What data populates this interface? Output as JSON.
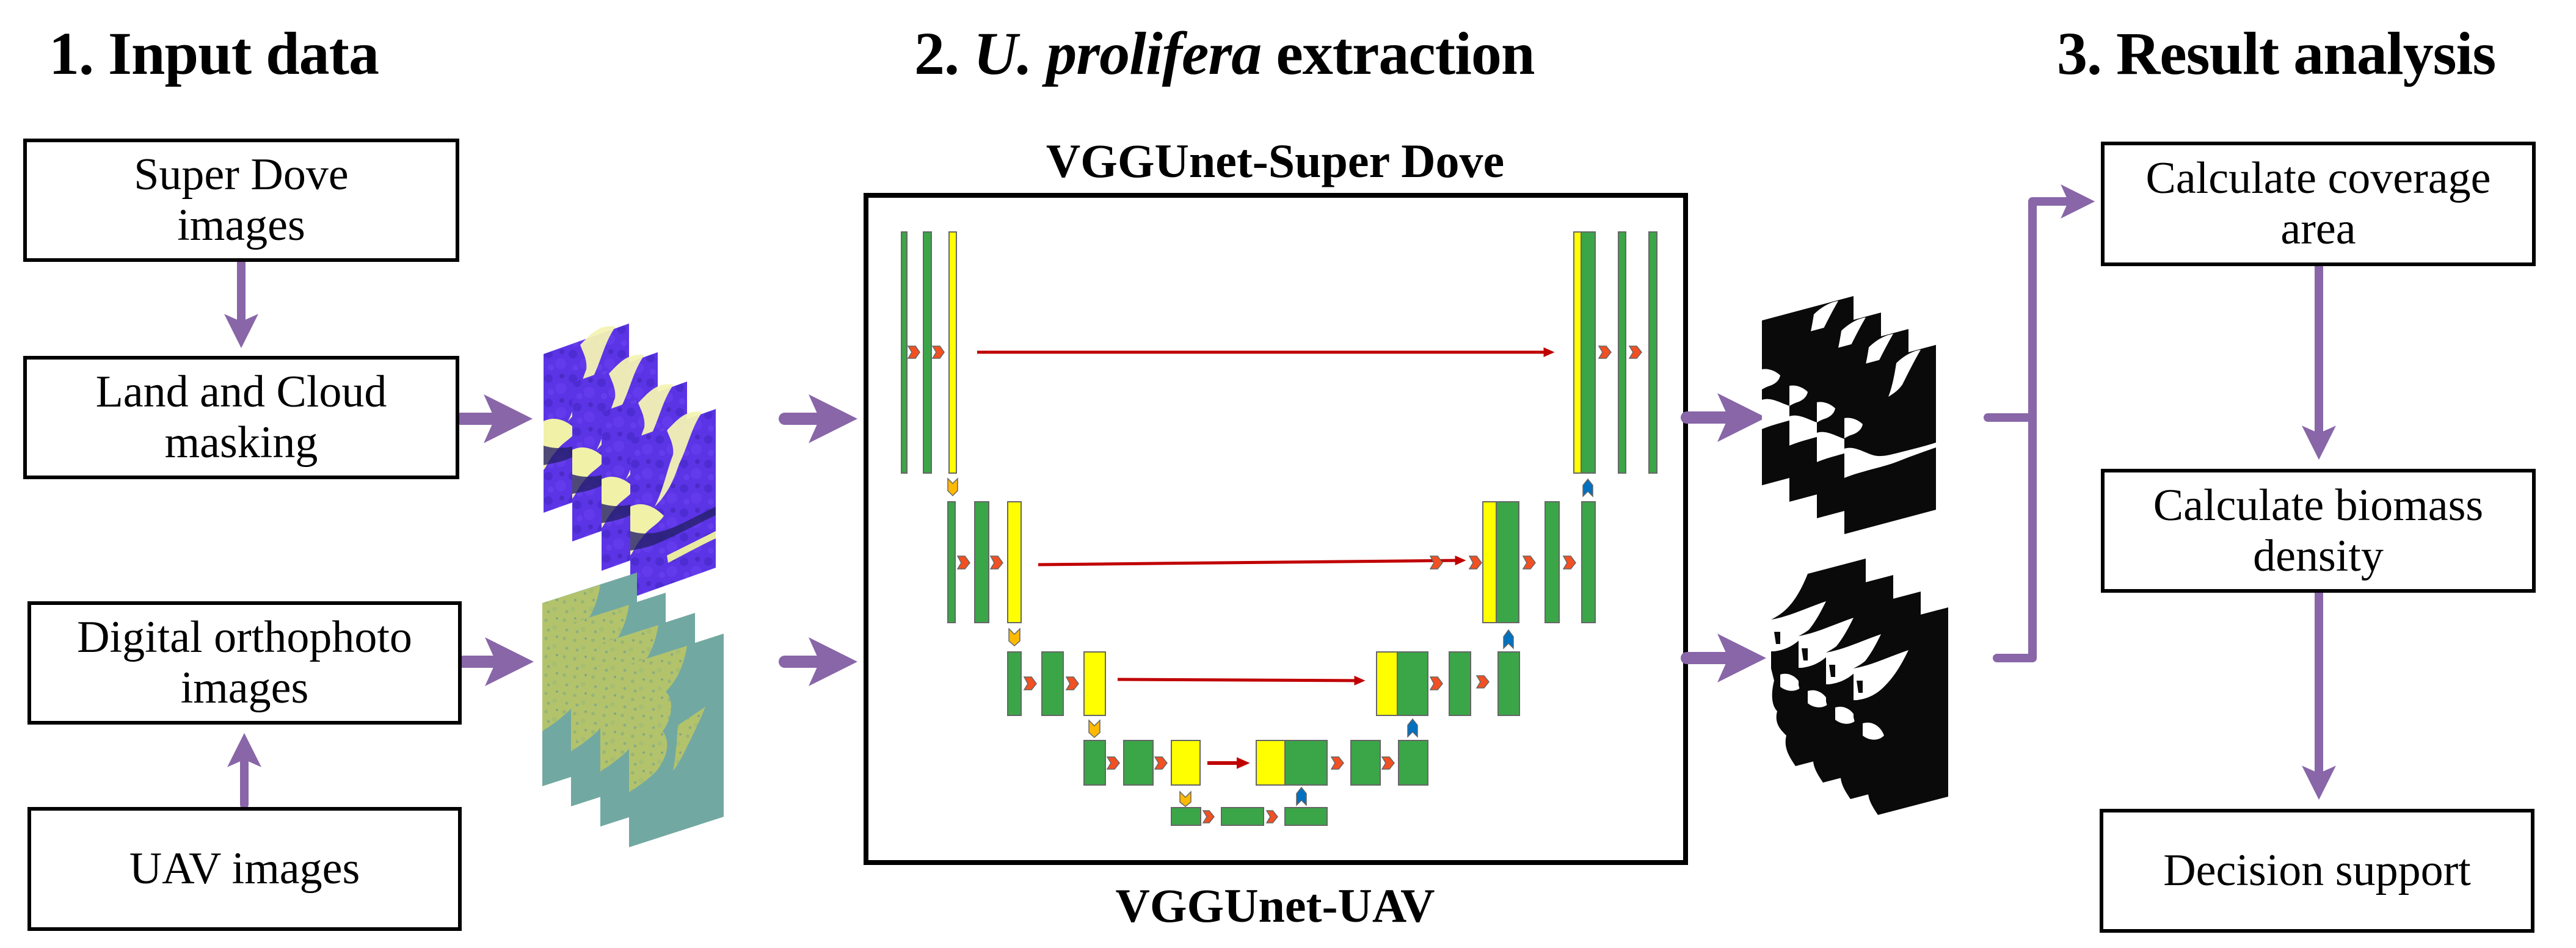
{
  "sections": {
    "input": {
      "title": "1. Input data"
    },
    "extraction": {
      "title_prefix": "2. ",
      "title_italic": "U. prolifera",
      "title_suffix": " extraction"
    },
    "analysis": {
      "title": "3. Result analysis"
    }
  },
  "input_boxes": [
    {
      "id": "super-dove",
      "line1": "Super Dove",
      "line2": "images"
    },
    {
      "id": "land-cloud",
      "line1": "Land and Cloud",
      "line2": "masking"
    },
    {
      "id": "orthophoto",
      "line1": "Digital orthophoto",
      "line2": "images"
    },
    {
      "id": "uav",
      "line1": "UAV images",
      "line2": ""
    }
  ],
  "network": {
    "top_label": "VGGUnet-Super Dove",
    "bottom_label": "VGGUnet-UAV",
    "legend_colors": {
      "conv_block": "#3aa648",
      "pool_feature": "#ffff00",
      "conv_arrow": "#f25022",
      "downsample_arrow": "#ffb900",
      "upsample_arrow": "#0070c0",
      "skip_connection": "#c00000",
      "block_border": "#666666"
    }
  },
  "image_stacks": {
    "super_dove": {
      "description": "Super Dove false-color image stack",
      "colors": [
        "#5a2ee0",
        "#f7f7b0",
        "#2a1f70"
      ]
    },
    "uav": {
      "description": "UAV orthophoto image stack",
      "colors": [
        "#6fa3a0",
        "#b9c86c"
      ]
    },
    "mask_super_dove": {
      "description": "Super Dove binary extraction results",
      "colors": [
        "#000000",
        "#ffffff"
      ]
    },
    "mask_uav": {
      "description": "UAV binary extraction results",
      "colors": [
        "#000000",
        "#ffffff"
      ]
    }
  },
  "analysis_boxes": [
    {
      "id": "coverage",
      "line1": "Calculate coverage",
      "line2": "area"
    },
    {
      "id": "biomass",
      "line1": "Calculate biomass",
      "line2": "density"
    },
    {
      "id": "decision",
      "line1": "Decision support",
      "line2": ""
    }
  ],
  "colors": {
    "flow_arrow": "#8866a8",
    "box_border": "#000000",
    "frame_border": "#000000"
  }
}
